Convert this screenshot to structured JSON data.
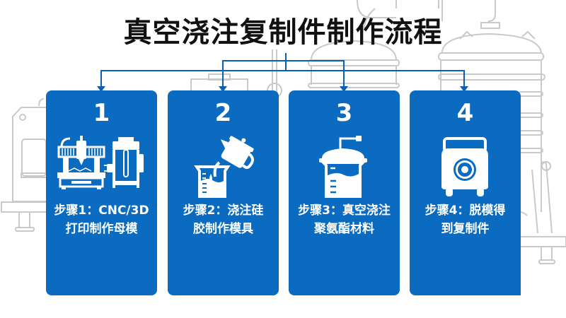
{
  "title": "真空浇注复制件制作流程",
  "colors": {
    "card_blue": "#0a6bc0",
    "connector_blue": "#0b5fb0",
    "title_text": "#111111",
    "background_lineart": "#c8c8c8"
  },
  "steps": [
    {
      "number": "1",
      "label_line1": "步骤1：CNC/3D",
      "label_line2": "打印制作母模",
      "icon": "cnc-machine-and-3d-printer-icon"
    },
    {
      "number": "2",
      "label_line1": "步骤2：浇注硅",
      "label_line2": "胶制作模具",
      "icon": "pouring-kettle-into-beaker-icon"
    },
    {
      "number": "3",
      "label_line1": "步骤3：真空浇注",
      "label_line2": "聚氨酯材料",
      "icon": "vacuum-covered-beaker-icon"
    },
    {
      "number": "4",
      "label_line1": "步骤4：脱模得",
      "label_line2": "到复制件",
      "icon": "mold-release-device-icon"
    }
  ]
}
